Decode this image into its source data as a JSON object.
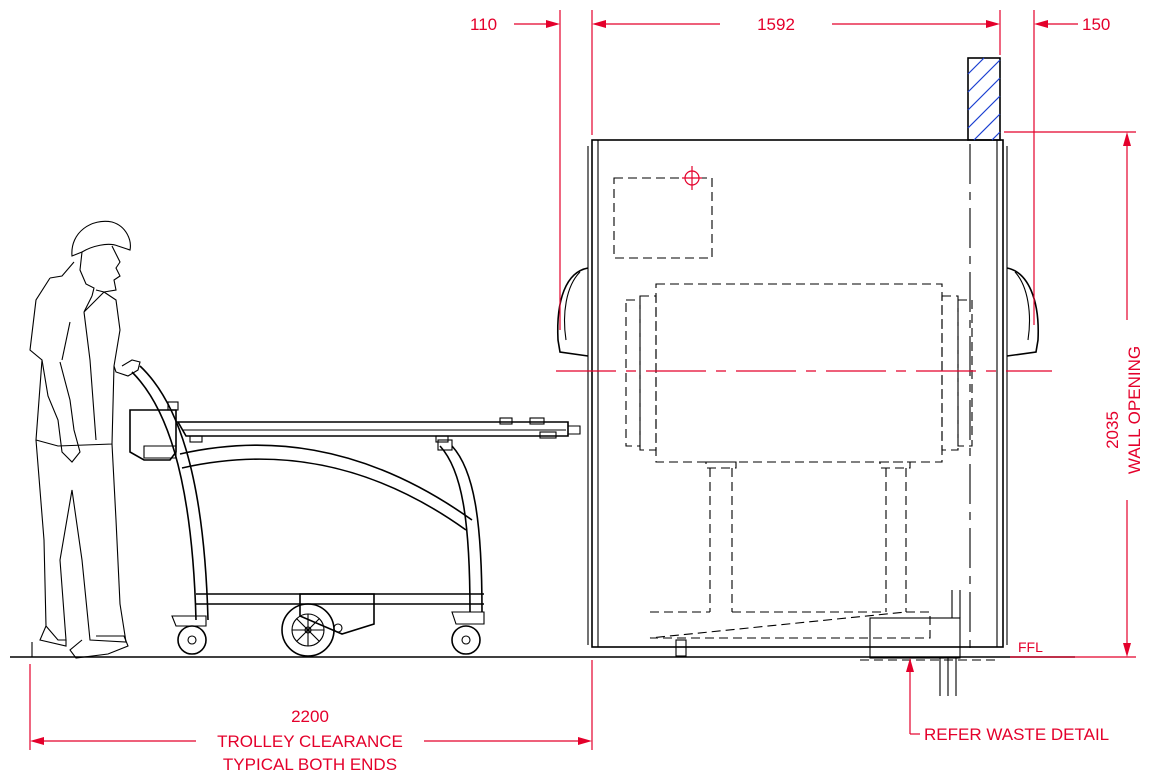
{
  "dimensions": {
    "left_offset": "110",
    "machine_width": "1592",
    "right_offset": "150",
    "wall_opening_value": "2035",
    "wall_opening_label": "WALL OPENING",
    "clearance_value": "2200",
    "clearance_line1": "TROLLEY CLEARANCE",
    "clearance_line2": "TYPICAL BOTH ENDS",
    "floor_label": "FFL",
    "waste_note": "REFER WASTE DETAIL"
  },
  "colors": {
    "dimension": "#e4002b",
    "linework": "#000000",
    "hatch": "#1a3fd1"
  }
}
